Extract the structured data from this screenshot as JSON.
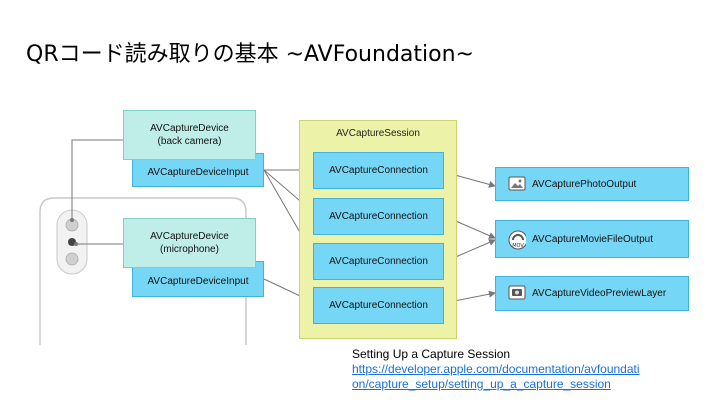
{
  "title": "QRコード読み取りの基本 ~AVFoundation~",
  "diagram": {
    "camera_device": {
      "name": "AVCaptureDevice",
      "detail": "(back camera)"
    },
    "mic_device": {
      "name": "AVCaptureDevice",
      "detail": "(microphone)"
    },
    "inputs": [
      "AVCaptureDeviceInput",
      "AVCaptureDeviceInput"
    ],
    "session_label": "AVCaptureSession",
    "connections": [
      "AVCaptureConnection",
      "AVCaptureConnection",
      "AVCaptureConnection",
      "AVCaptureConnection"
    ],
    "outputs": [
      "AVCapturePhotoOutput",
      "AVCaptureMovieFileOutput",
      "AVCaptureVideoPreviewLayer"
    ],
    "movie_icon_text": "MOV",
    "colors": {
      "box_blue": "#76d6f5",
      "box_pale": "#bfeee9",
      "session_bg": "#ecf2a7",
      "link": "#1a6fe0"
    }
  },
  "footer": {
    "caption": "Setting Up a Capture Session",
    "link_line1": "https://developer.apple.com/documentation/avfoundati",
    "link_line2": "on/capture_setup/setting_up_a_capture_session"
  }
}
